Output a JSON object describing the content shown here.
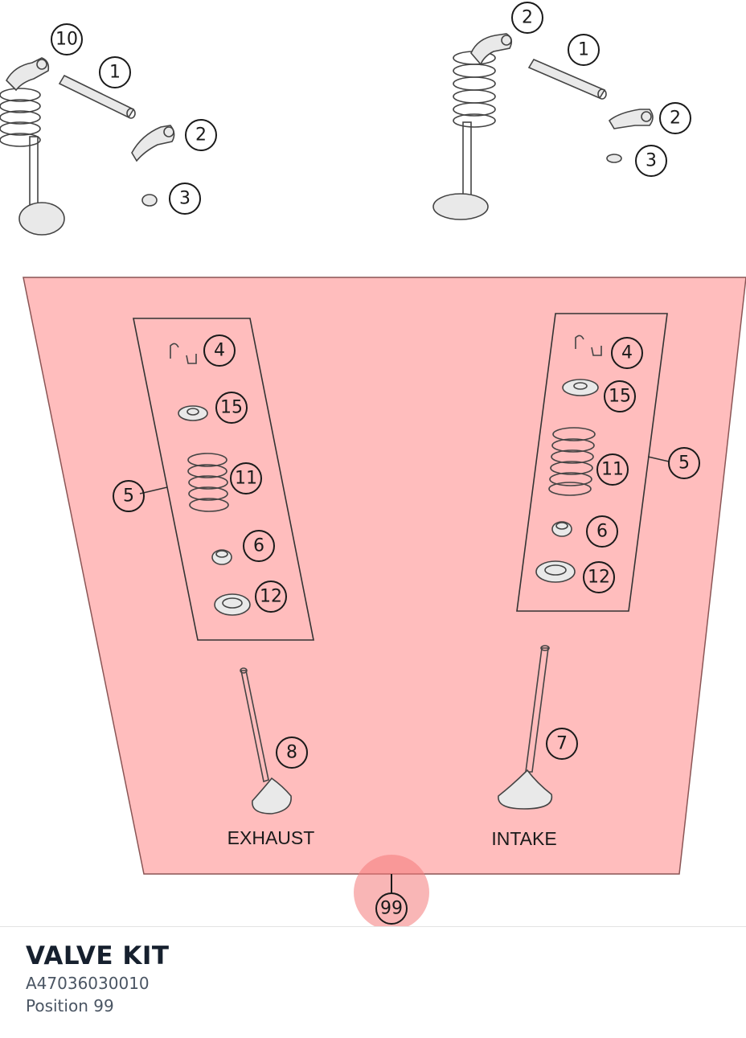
{
  "product": {
    "title": "VALVE KIT",
    "part_number": "A47036030010",
    "position_label": "Position 99"
  },
  "diagram": {
    "labels": {
      "exhaust": "EXHAUST",
      "intake": "INTAKE"
    },
    "callouts": {
      "top_left": [
        "10",
        "1",
        "2",
        "3"
      ],
      "top_right": [
        "2",
        "1",
        "2",
        "3"
      ],
      "exhaust_kit": [
        "4",
        "15",
        "11",
        "5",
        "6",
        "12"
      ],
      "intake_kit": [
        "4",
        "15",
        "11",
        "5",
        "6",
        "12"
      ],
      "valves": [
        "8",
        "7"
      ],
      "selected": "99"
    },
    "highlight_color": "#ffb6b6",
    "hotspot_color": "#f47a7a"
  }
}
